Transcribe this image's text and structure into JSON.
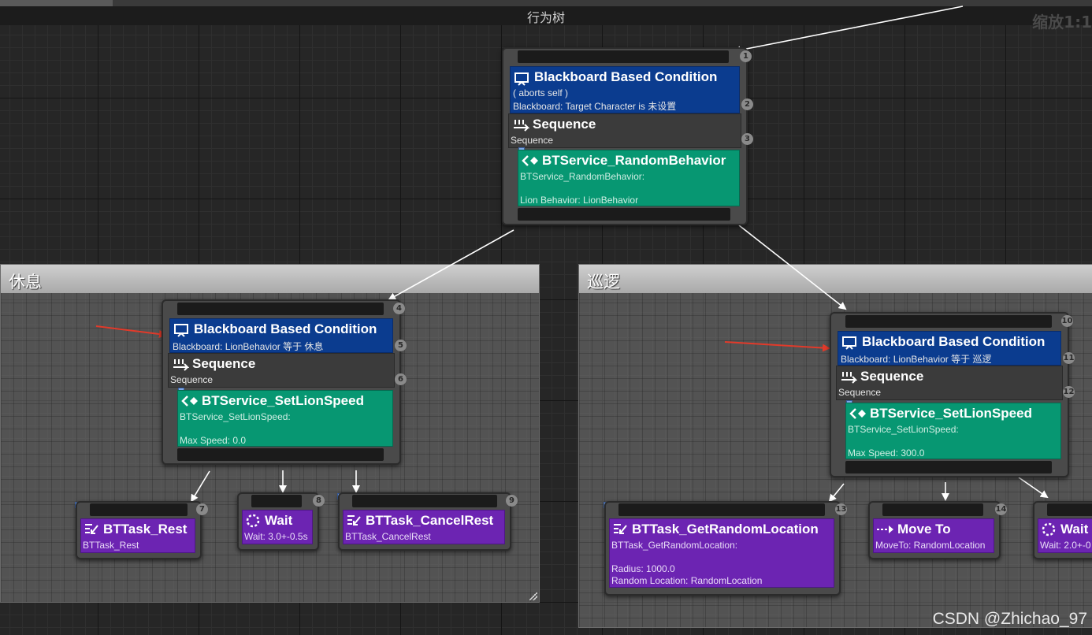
{
  "graph_title": "行为树",
  "zoom_label": "缩放1:1",
  "watermark": "CSDN @Zhichao_97",
  "colors": {
    "decorator": "#0b3c8f",
    "composite": "#3b3b3b",
    "service": "#079772",
    "task": "#6c24b2",
    "wire": "#ffffff",
    "arrow_annotation": "#e23a2a"
  },
  "comments": {
    "rest": {
      "title": "休息"
    },
    "patrol": {
      "title": "巡逻"
    }
  },
  "root": {
    "badges": [
      "1",
      "2",
      "3"
    ],
    "decorator": {
      "icon": "condition-icon",
      "title": "Blackboard Based Condition",
      "line1": "( aborts self )",
      "line2": "Blackboard: Target Character is 未设置"
    },
    "composite": {
      "icon": "sequence-icon",
      "title": "Sequence",
      "subtitle": "Sequence"
    },
    "service": {
      "icon": "service-icon",
      "title": "BTService_RandomBehavior",
      "line1": "BTService_RandomBehavior:",
      "line2": "Lion Behavior: LionBehavior"
    }
  },
  "rest_seq": {
    "badges": [
      "4",
      "5",
      "6"
    ],
    "decorator": {
      "icon": "condition-icon",
      "title": "Blackboard Based Condition",
      "line1": "Blackboard: LionBehavior 等于 休息"
    },
    "composite": {
      "icon": "sequence-icon",
      "title": "Sequence",
      "subtitle": "Sequence"
    },
    "service": {
      "icon": "service-icon",
      "title": "BTService_SetLionSpeed",
      "line1": "BTService_SetLionSpeed:",
      "line2": "Max Speed: 0.0"
    }
  },
  "patrol_seq": {
    "badges": [
      "10",
      "11",
      "12"
    ],
    "decorator": {
      "icon": "condition-icon",
      "title": "Blackboard Based Condition",
      "line1": "Blackboard: LionBehavior 等于 巡逻"
    },
    "composite": {
      "icon": "sequence-icon",
      "title": "Sequence",
      "subtitle": "Sequence"
    },
    "service": {
      "icon": "service-icon",
      "title": "BTService_SetLionSpeed",
      "line1": "BTService_SetLionSpeed:",
      "line2": "Max Speed: 300.0"
    }
  },
  "tasks": {
    "rest": {
      "badge": "7",
      "icon": "task-icon",
      "title": "BTTask_Rest",
      "line1": "BTTask_Rest"
    },
    "wait1": {
      "badge": "8",
      "icon": "wait-icon",
      "title": "Wait",
      "line1": "Wait: 3.0+-0.5s"
    },
    "cancel_rest": {
      "badge": "9",
      "icon": "task-icon",
      "title": "BTTask_CancelRest",
      "line1": "BTTask_CancelRest"
    },
    "get_random_location": {
      "badge": "13",
      "icon": "task-icon",
      "title": "BTTask_GetRandomLocation",
      "line1": "BTTask_GetRandomLocation:",
      "line2": "Radius: 1000.0",
      "line3": "Random Location: RandomLocation"
    },
    "move_to": {
      "badge": "14",
      "icon": "move-to-icon",
      "title": "Move To",
      "line1": "MoveTo: RandomLocation"
    },
    "wait2": {
      "icon": "wait-icon",
      "title": "Wait",
      "line1": "Wait: 2.0+-0"
    }
  }
}
